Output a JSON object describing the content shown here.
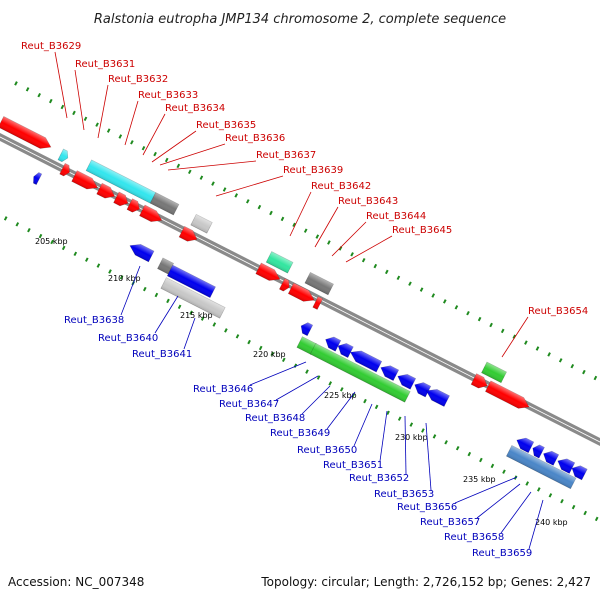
{
  "title": "Ralstonia eutropha JMP134 chromosome 2, complete sequence",
  "accession": "Accession: NC_007348",
  "summary": "Topology: circular; Length: 2,726,152 bp; Genes: 2,427",
  "colors": {
    "top_labels": "#cc0000",
    "bottom_labels": "#0000bb",
    "backbone": "#8a8a8a",
    "tick_dots": "#1f8a1f",
    "red": "#ff0000",
    "blue": "#0000ee",
    "cyan": "#33e6ee",
    "green": "#33cc33",
    "teal": "#33e6a0",
    "gray": "#777777",
    "lightgray": "#c8c8c8",
    "steel": "#4a86c8"
  },
  "scale_labels": [
    "205 kbp",
    "210 kbp",
    "215 kbp",
    "220 kbp",
    "225 kbp",
    "230 kbp",
    "235 kbp",
    "240 kbp"
  ],
  "top_genes": [
    "Reut_B3629",
    "Reut_B3631",
    "Reut_B3632",
    "Reut_B3633",
    "Reut_B3634",
    "Reut_B3635",
    "Reut_B3636",
    "Reut_B3637",
    "Reut_B3639",
    "Reut_B3642",
    "Reut_B3643",
    "Reut_B3644",
    "Reut_B3645",
    "Reut_B3654"
  ],
  "bottom_genes": [
    "Reut_B3638",
    "Reut_B3640",
    "Reut_B3641",
    "Reut_B3646",
    "Reut_B3647",
    "Reut_B3648",
    "Reut_B3649",
    "Reut_B3650",
    "Reut_B3651",
    "Reut_B3652",
    "Reut_B3653",
    "Reut_B3656",
    "Reut_B3657",
    "Reut_B3658",
    "Reut_B3659"
  ]
}
